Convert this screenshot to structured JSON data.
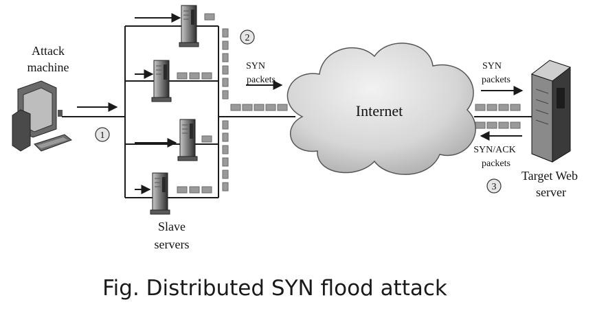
{
  "diagram": {
    "attack_label_1": "Attack",
    "attack_label_2": "machine",
    "step1": "1",
    "step2": "2",
    "step3": "3",
    "syn_left_1": "SYN",
    "syn_left_2": "packets",
    "internet": "Internet",
    "syn_right_1": "SYN",
    "syn_right_2": "packets",
    "synack_1": "SYN/ACK",
    "synack_2": "packets",
    "target_1": "Target Web",
    "target_2": "server",
    "slave_1": "Slave",
    "slave_2": "servers"
  },
  "caption": "Fig. Distributed SYN flood attack",
  "colors": {
    "line": "#1a1a1a",
    "packet": "#9a9a9a",
    "packet_stroke": "#6a6a6a",
    "server_dark": "#3a3a3a",
    "server_mid": "#7a7a7a",
    "server_light": "#c8c8c8",
    "cloud": "#d9d9d9"
  }
}
